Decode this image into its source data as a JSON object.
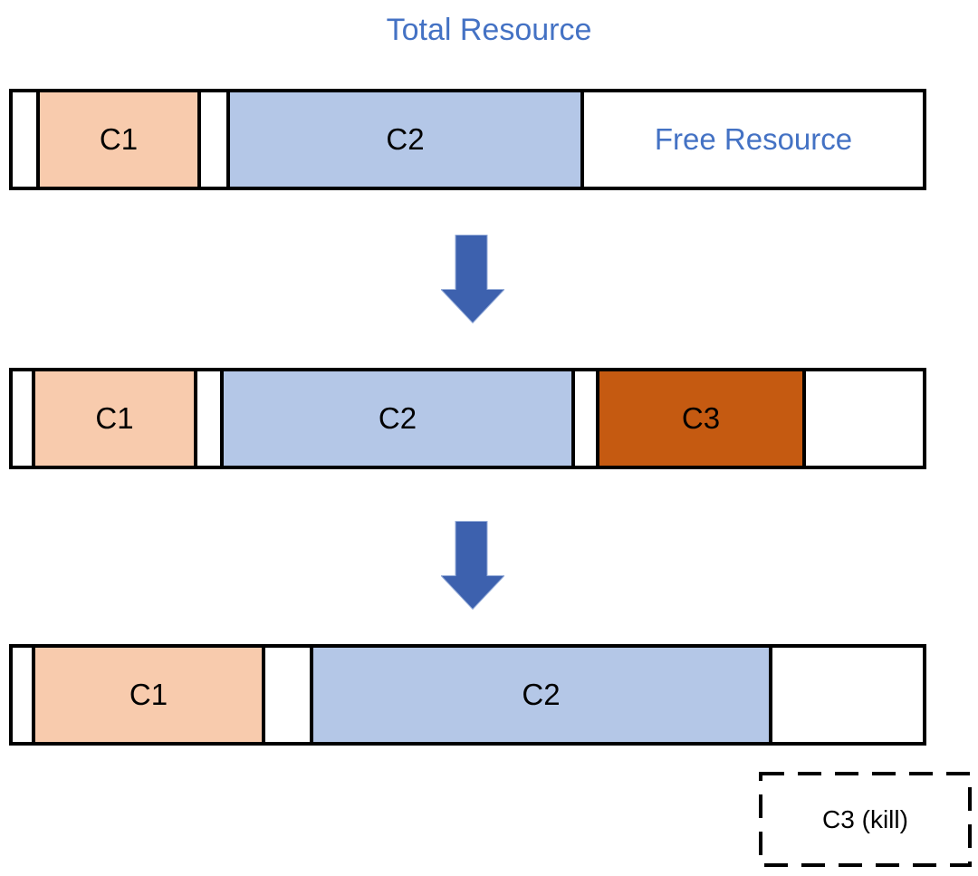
{
  "title": "Total Resource",
  "colors": {
    "c1_fill": "#F8CBAD",
    "c2_fill": "#B4C7E7",
    "c3_fill": "#C55A11",
    "free_fill": "#FFFFFF",
    "arrow_fill": "#3D61AE",
    "accent_text": "#4472C4",
    "border": "#000000"
  },
  "bars": [
    {
      "name": "initial-allocation",
      "segments": [
        {
          "label": "C1"
        },
        {
          "label": "C2"
        },
        {
          "label": "Free Resource",
          "free": true
        }
      ]
    },
    {
      "name": "after-c3-added",
      "segments": [
        {
          "label": "C1"
        },
        {
          "label": "C2"
        },
        {
          "label": "C3"
        }
      ]
    },
    {
      "name": "after-c3-killed",
      "segments": [
        {
          "label": "C1"
        },
        {
          "label": "C2"
        }
      ]
    }
  ],
  "arrows": [
    {
      "name": "down-arrow-1"
    },
    {
      "name": "down-arrow-2"
    }
  ],
  "kill_box": {
    "label": "C3 (kill)"
  }
}
